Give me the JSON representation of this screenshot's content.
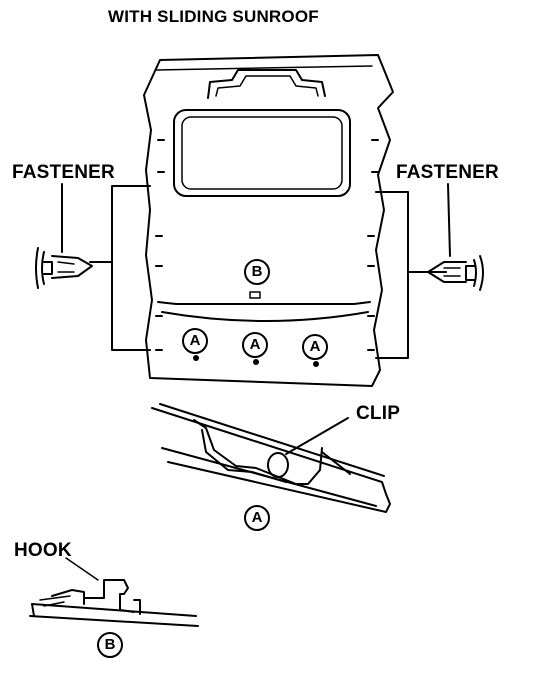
{
  "title": "WITH SLIDING SUNROOF",
  "labels": {
    "fastener_left": "FASTENER",
    "fastener_right": "FASTENER",
    "clip": "CLIP",
    "hook": "HOOK"
  },
  "markers": {
    "a": "A",
    "b": "B"
  },
  "colors": {
    "ink": "#000000",
    "paper": "#ffffff"
  }
}
